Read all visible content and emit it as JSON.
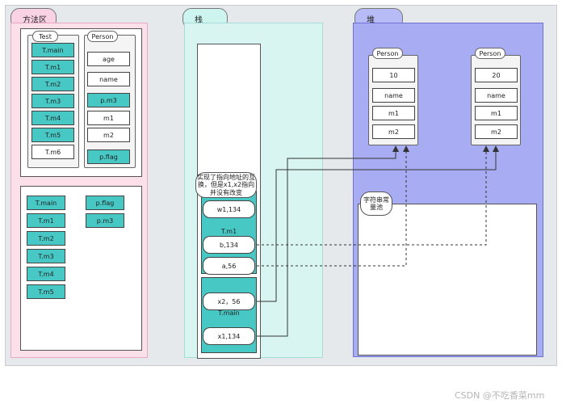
{
  "method_area": {
    "label": "方法区",
    "test_class": {
      "title": "Test",
      "methods": [
        "T.main",
        "T.m1",
        "T.m2",
        "T.m3",
        "T.m4",
        "T.m5",
        "T.m6"
      ]
    },
    "person_class": {
      "title": "Person",
      "members": [
        "age",
        "name",
        "p.m3",
        "m1",
        "m2",
        "p.flag"
      ]
    },
    "lower_list": [
      "T.main",
      "T.m1",
      "T.m2",
      "T.m3",
      "T.m4",
      "T.m5"
    ],
    "lower_list2": [
      "p.flag",
      "p.m3"
    ]
  },
  "stack": {
    "label": "栈",
    "callout": "实现了指向地址的互换，但是x1,x2指向并没有改变",
    "frame_m1": {
      "top_value": "w1,134",
      "label": "T.m1",
      "values": [
        "b,134",
        "a,56"
      ]
    },
    "frame_main": {
      "values": [
        "x2，56"
      ],
      "label": "T.main",
      "bottom_value": "x1,134"
    }
  },
  "heap": {
    "label": "堆",
    "person1": {
      "title": "Person",
      "fields": [
        "10",
        "name",
        "m1",
        "m2"
      ]
    },
    "person2": {
      "title": "Person",
      "fields": [
        "20",
        "name",
        "m1",
        "m2"
      ]
    },
    "pool_label": "字符串常量池"
  },
  "watermark": "CSDN @不吃香菜mm",
  "colors": {
    "teal": "#47c8c5",
    "method_bg": "#fbe0ea",
    "stack_bg": "#d8f5f2",
    "heap_bg": "#a7acf3"
  }
}
